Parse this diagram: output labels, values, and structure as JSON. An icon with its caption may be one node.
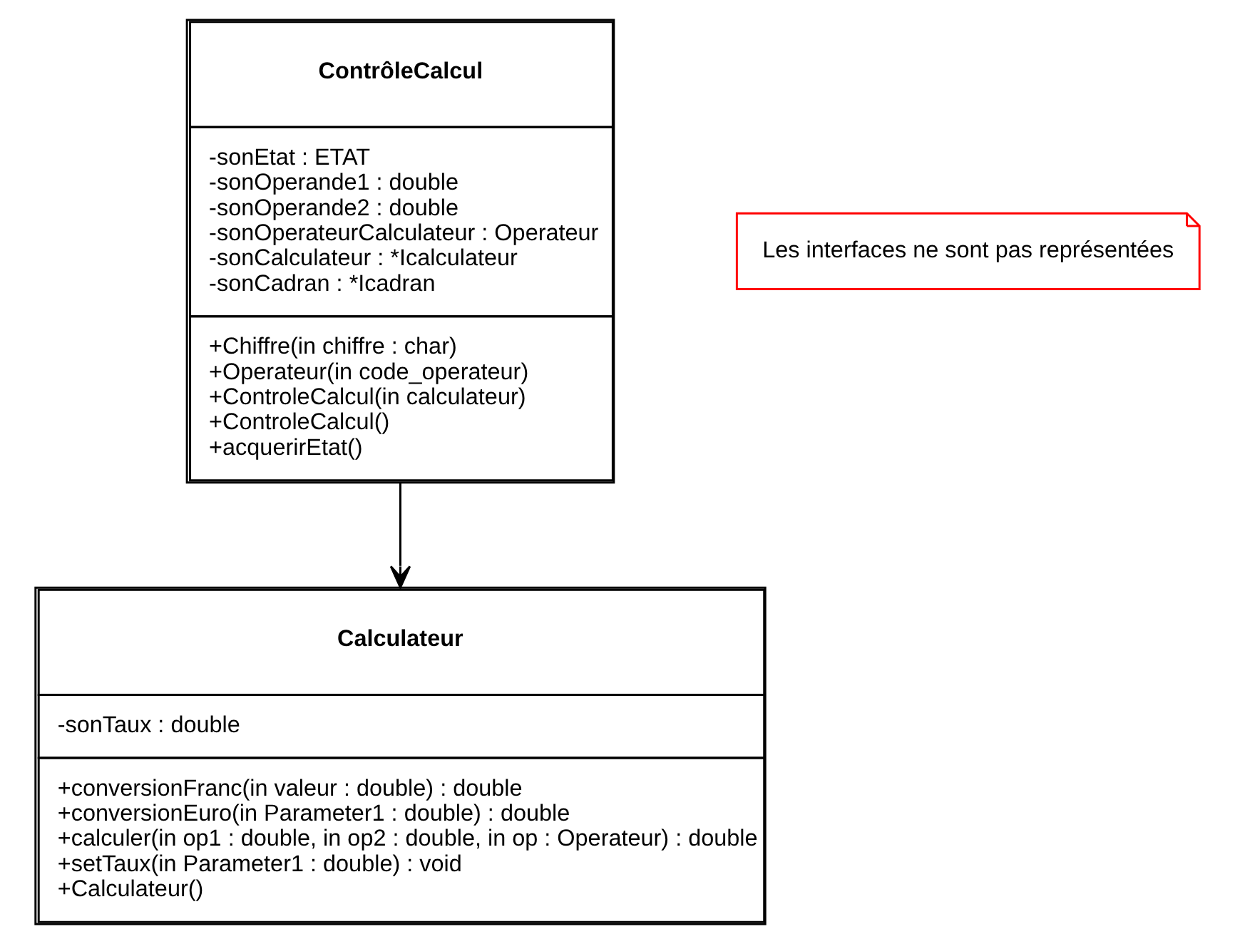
{
  "diagram": {
    "nodes": [
      {
        "text": [
          "ContrôleCalcul",
          "-sonEtat : ETAT",
          "-sonOperande1 : double",
          "-sonOperande2 : double",
          "-sonOperateurCalculateur : Operateur",
          "-sonCalculateur : *Icalculateur",
          "-sonCadran : *Icadran",
          "+Chiffre(in chiffre : char)",
          "+Operateur(in code_operateur)",
          "+ControleCalcul(in calculateur)",
          "+ControleCalcul()",
          "+acquerirEtat()"
        ]
      },
      {
        "text": [
          "Calculateur",
          "-sonTaux : double",
          "+conversionFranc(in valeur : double) : double",
          "+conversionEuro(in Parameter1 : double) : double",
          "+calculer(in op1 : double, in op2 : double, in op : Operateur) : double",
          "+setTaux(in Parameter1 : double) : void",
          "+Calculateur()"
        ]
      },
      {
        "text": [
          "Les interfaces ne sont pas représentées"
        ]
      }
    ],
    "edges": [
      {
        "from": 0,
        "to": 1,
        "arrow": "to"
      }
    ]
  }
}
